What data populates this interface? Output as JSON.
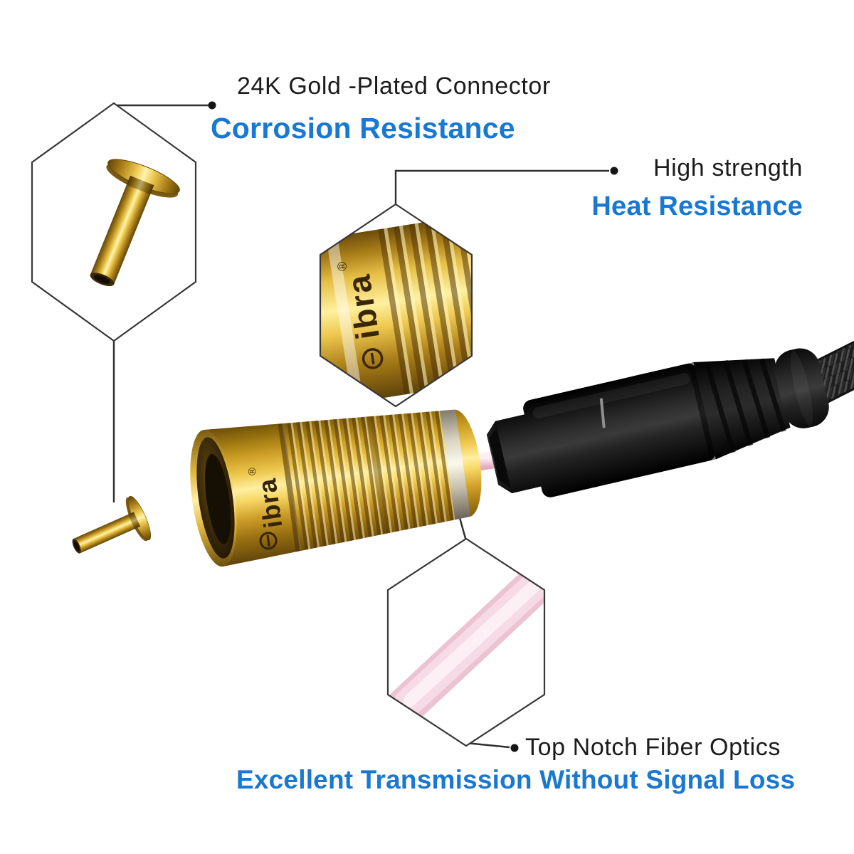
{
  "image": {
    "type": "product-feature-callout",
    "background": "#ffffff"
  },
  "brand": {
    "name": "ibra",
    "registered": "®"
  },
  "callouts": {
    "connector": {
      "title": "24K Gold -Plated Connector",
      "subtitle": "Corrosion Resistance"
    },
    "heat": {
      "title": "High strength",
      "subtitle": "Heat Resistance"
    },
    "fiber": {
      "title": "Top Notch Fiber Optics",
      "subtitle": "Excellent Transmission Without Signal Loss"
    }
  },
  "colors": {
    "accent_blue": "#1878d2",
    "title_text": "#1c1c1c",
    "callout_line": "#2e2e2e",
    "gold": "#f0c84f",
    "fiber_pink": "#f3d2de",
    "background": "#ffffff"
  }
}
